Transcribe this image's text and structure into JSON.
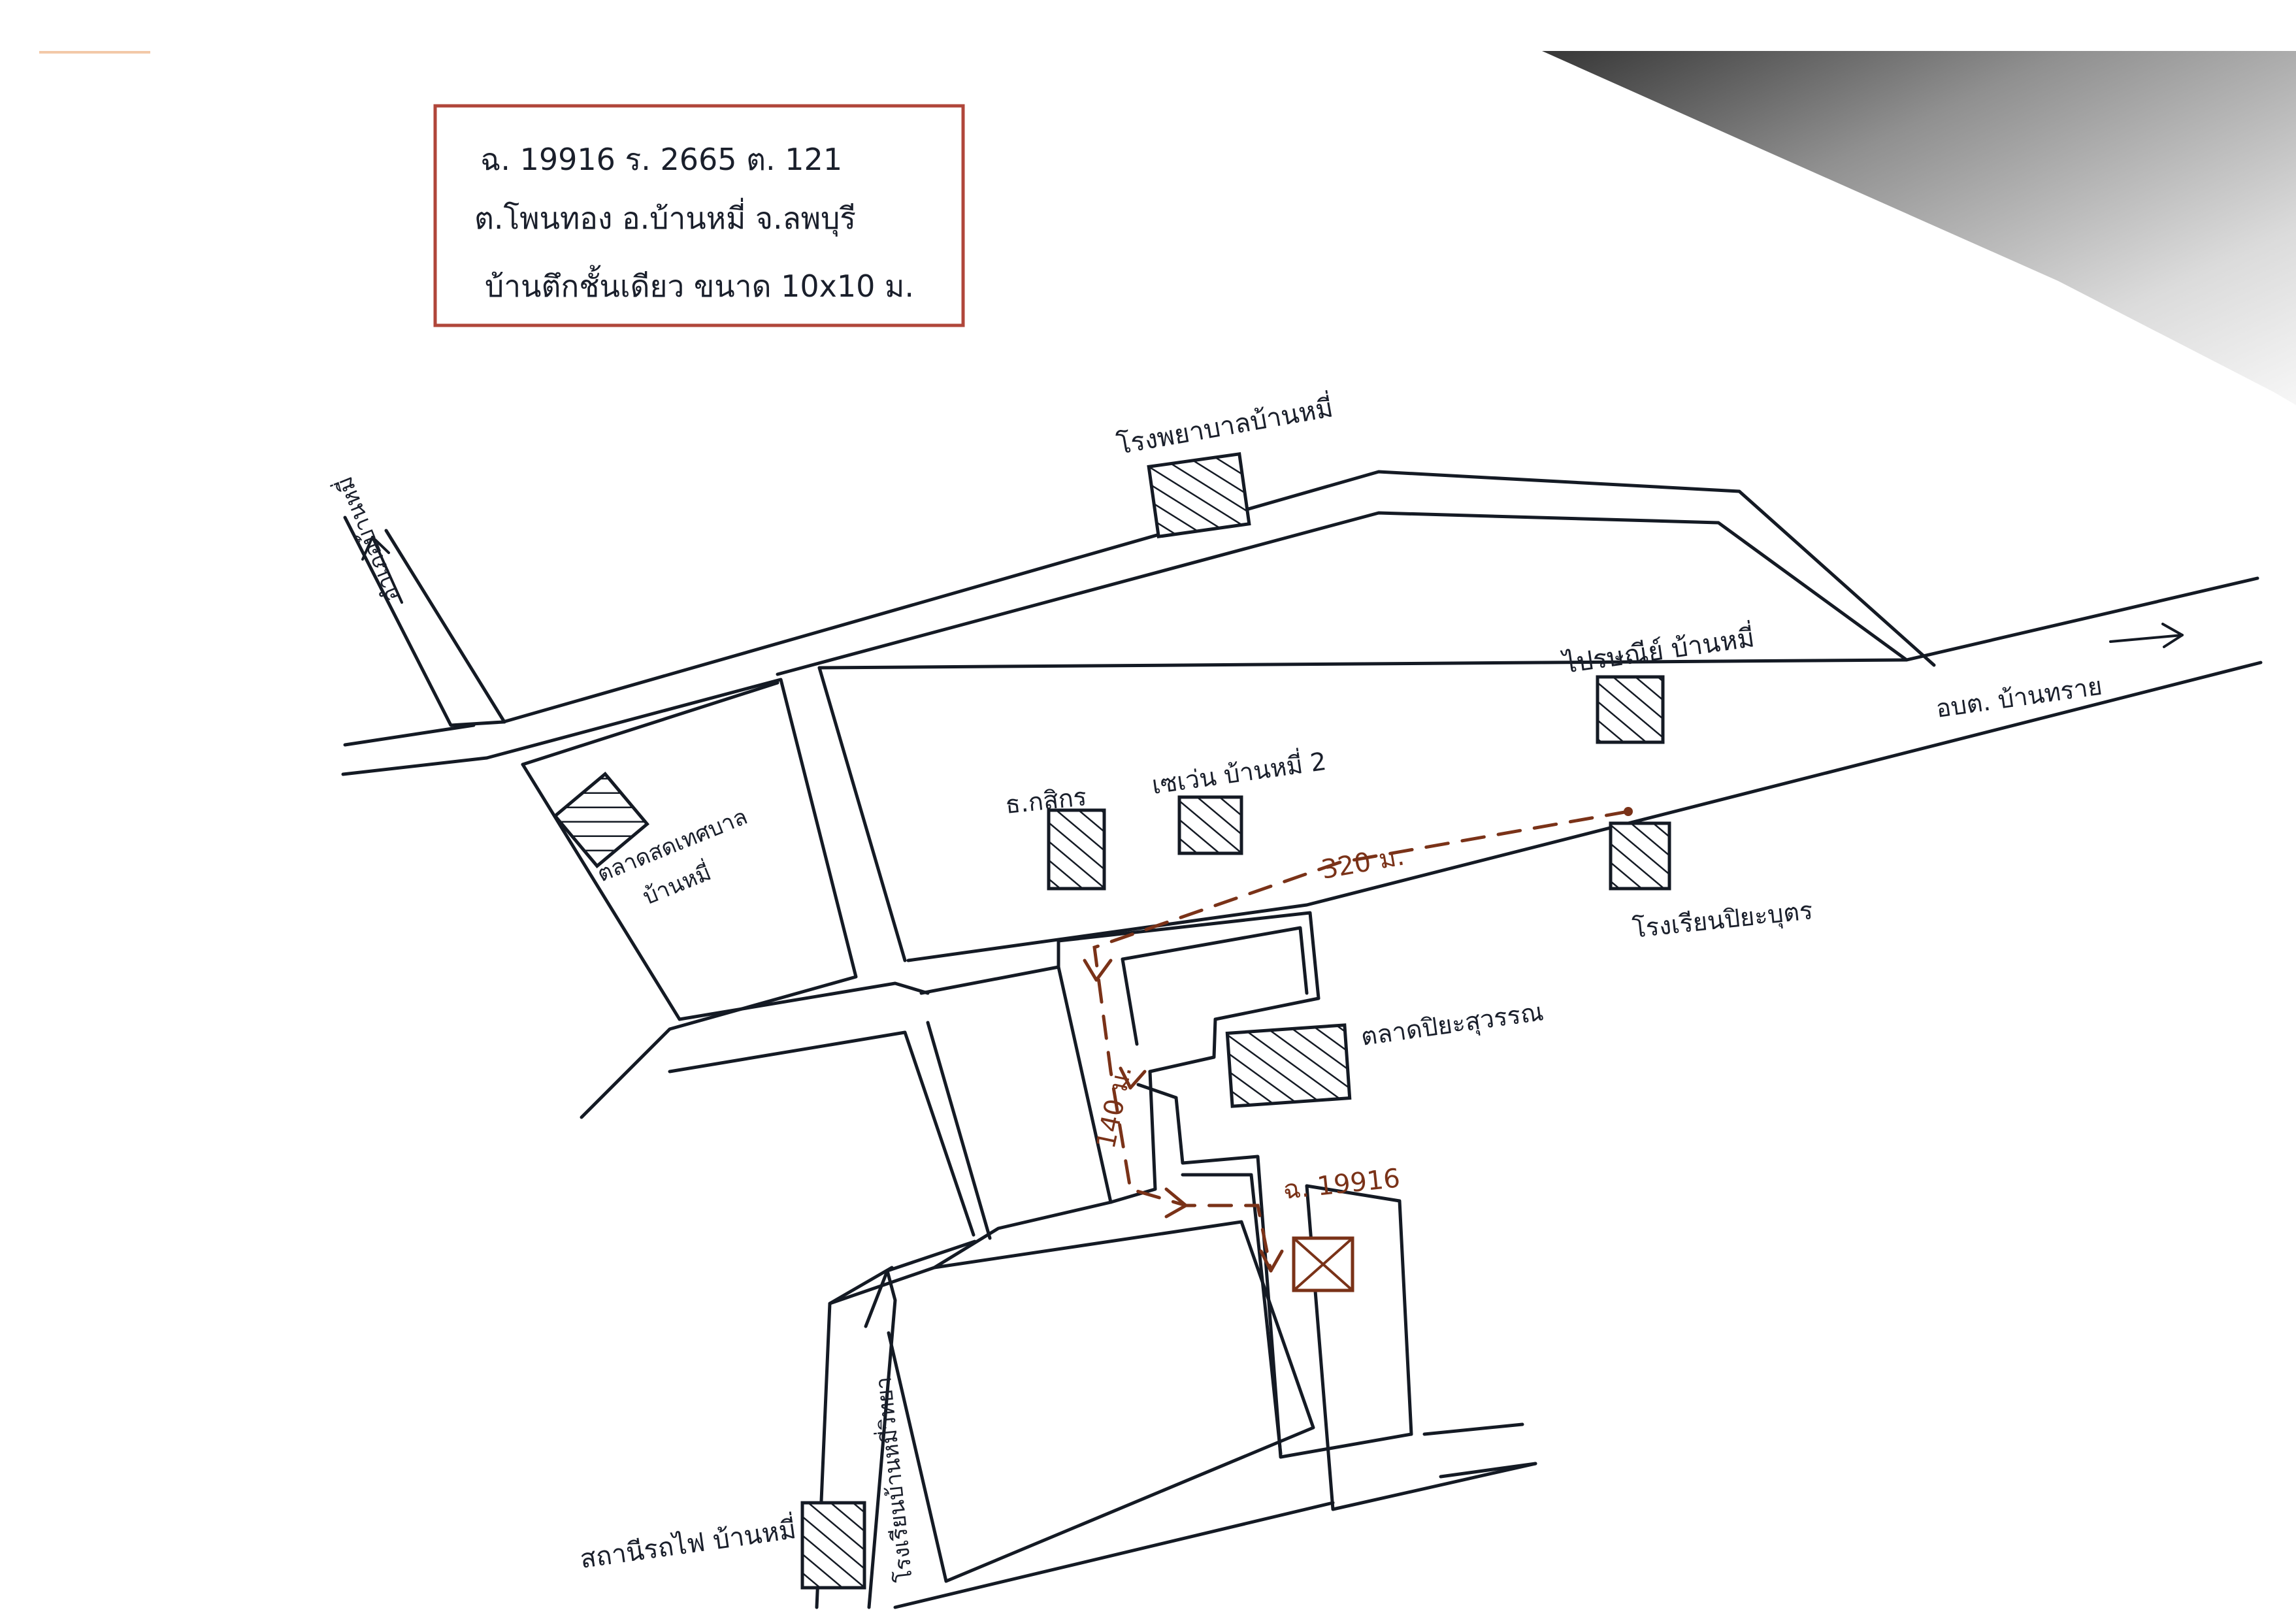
{
  "info_box": {
    "line1": "ฉ. 19916  ร. 2665  ต. 121",
    "line2": "ต.โพนทอง  อ.บ้านหมี่  จ.ลพบุรี",
    "line3": "บ้านตึกชั้นเดียว  ขนาด  10x10 ม."
  },
  "landmarks": {
    "hospital": "โรงพยาบาลบ้านหมี่",
    "post_office": "ไปรษณีย์ บ้านหมี่",
    "bank": "ธ.กสิกร",
    "seven_eleven": "เซเว่น บ้านหมี่ 2",
    "municipal_market_l1": "ตลาดสดเทศบาล",
    "municipal_market_l2": "บ้านหมี่",
    "school_piya": "โรงเรียนปิยะบุตร",
    "market_piya": "ตลาดปิยะสุวรรณ",
    "train_station": "สถานีรถไฟ บ้านหมี่",
    "school_ban_mi": "โรงเรียนบ้านหมี่วิทยา"
  },
  "roads": {
    "left_north": "อำเภอบ้านหมี่",
    "right_east": "อบต. บ้านทราย"
  },
  "route": {
    "dist_main": "320 ม.",
    "dist_side": "140 ม.",
    "target_label": "ฉ. 19916"
  },
  "colors": {
    "ink": "#141a24",
    "route": "#7a3218",
    "frame": "#b0463a"
  }
}
